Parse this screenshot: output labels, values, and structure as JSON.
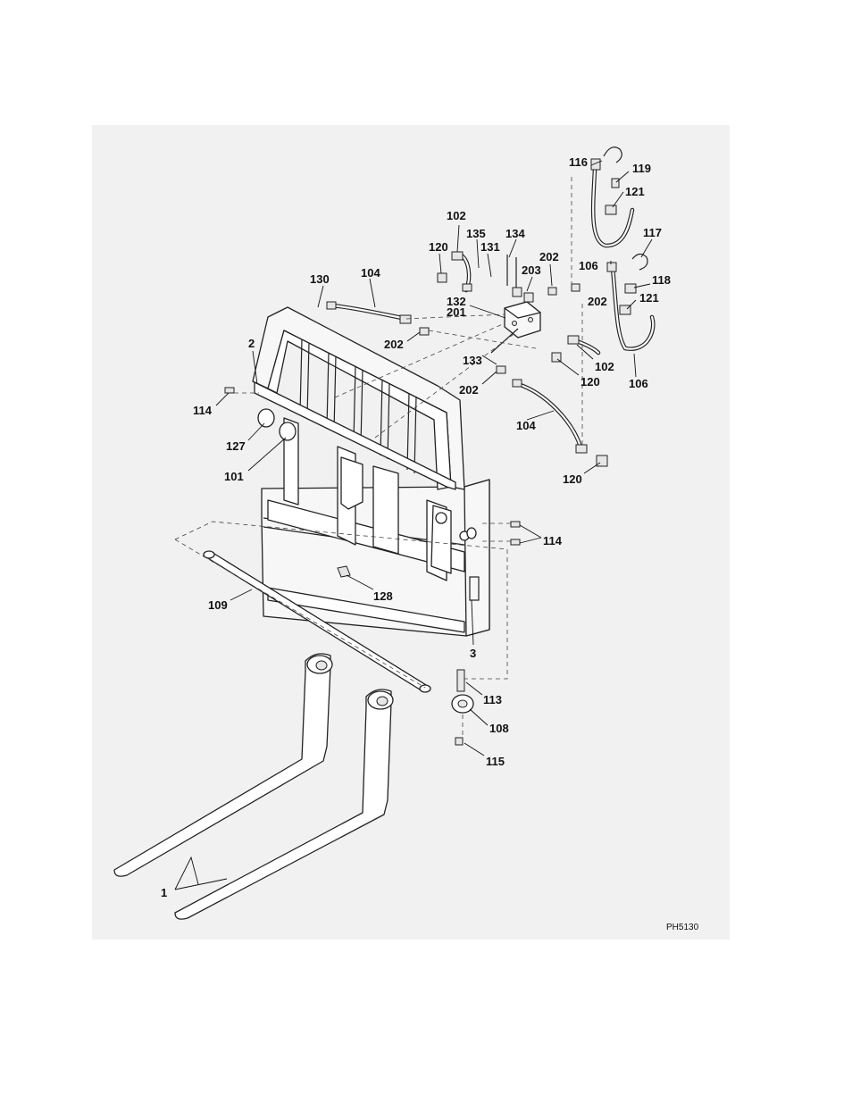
{
  "drawing_number": "PH5130",
  "callouts": [
    {
      "id": "c116",
      "label": "116"
    },
    {
      "id": "c119",
      "label": "119"
    },
    {
      "id": "c121a",
      "label": "121"
    },
    {
      "id": "c102a",
      "label": "102"
    },
    {
      "id": "c135",
      "label": "135"
    },
    {
      "id": "c134",
      "label": "134"
    },
    {
      "id": "c131",
      "label": "131"
    },
    {
      "id": "c120a",
      "label": "120"
    },
    {
      "id": "c117",
      "label": "117"
    },
    {
      "id": "c202a",
      "label": "202"
    },
    {
      "id": "c203",
      "label": "203"
    },
    {
      "id": "c106a",
      "label": "106"
    },
    {
      "id": "c118",
      "label": "118"
    },
    {
      "id": "c130",
      "label": "130"
    },
    {
      "id": "c104a",
      "label": "104"
    },
    {
      "id": "c202b",
      "label": "202"
    },
    {
      "id": "c121b",
      "label": "121"
    },
    {
      "id": "c132",
      "label": "132"
    },
    {
      "id": "c201",
      "label": "201"
    },
    {
      "id": "c2",
      "label": "2"
    },
    {
      "id": "c202c",
      "label": "202"
    },
    {
      "id": "c133",
      "label": "133"
    },
    {
      "id": "c102b",
      "label": "102"
    },
    {
      "id": "c120b",
      "label": "120"
    },
    {
      "id": "c106b",
      "label": "106"
    },
    {
      "id": "c202d",
      "label": "202"
    },
    {
      "id": "c114a",
      "label": "114"
    },
    {
      "id": "c104b",
      "label": "104"
    },
    {
      "id": "c127",
      "label": "127"
    },
    {
      "id": "c101",
      "label": "101"
    },
    {
      "id": "c120c",
      "label": "120"
    },
    {
      "id": "c114b",
      "label": "114"
    },
    {
      "id": "c128",
      "label": "128"
    },
    {
      "id": "c109",
      "label": "109"
    },
    {
      "id": "c3",
      "label": "3"
    },
    {
      "id": "c113",
      "label": "113"
    },
    {
      "id": "c108",
      "label": "108"
    },
    {
      "id": "c115",
      "label": "115"
    },
    {
      "id": "c1",
      "label": "1"
    }
  ]
}
